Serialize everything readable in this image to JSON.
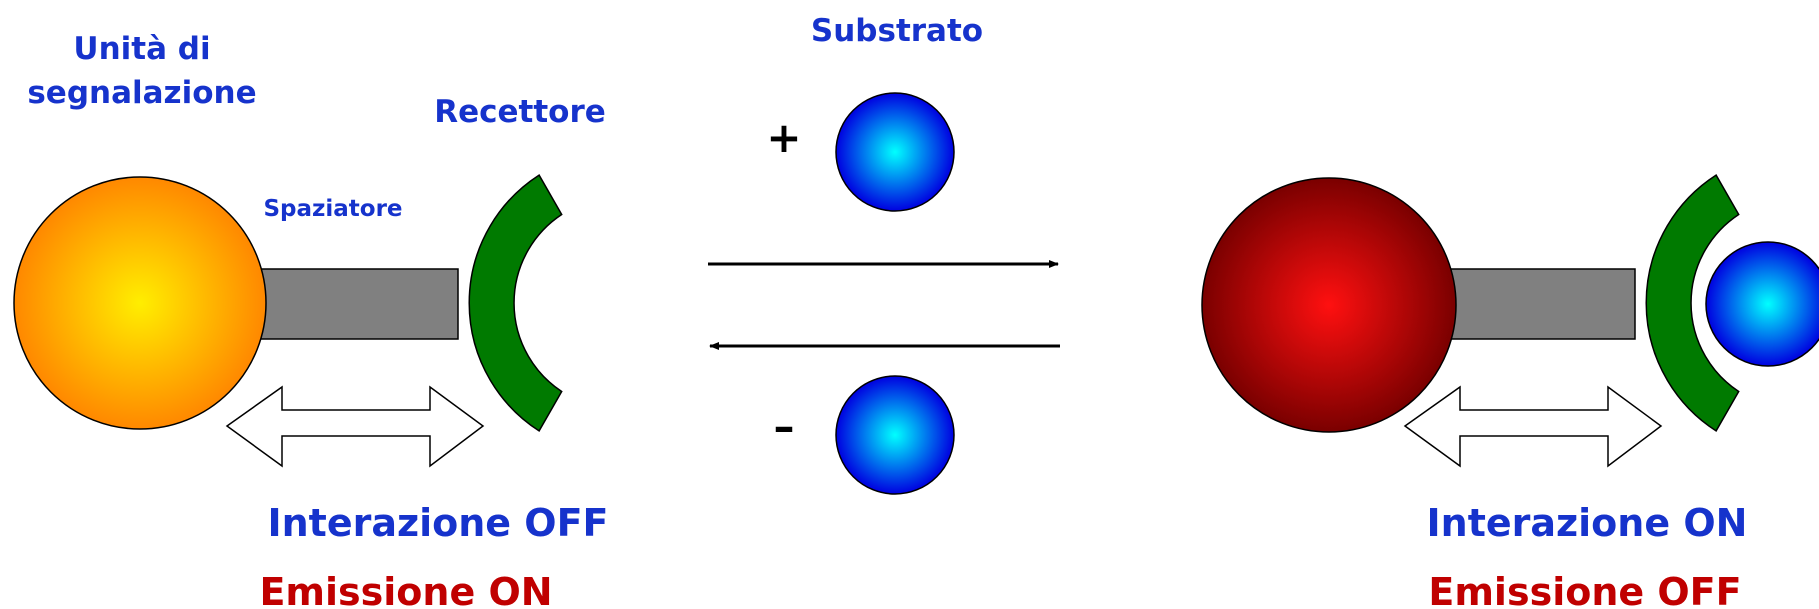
{
  "labels": {
    "signal_unit_line1": "Unità di",
    "signal_unit_line2": "segnalazione",
    "receptor": "Recettore",
    "spacer": "Spaziatore",
    "substrate": "Substrato",
    "plus": "+",
    "minus": "–",
    "interaction_off": "Interazione OFF",
    "emission_on": "Emissione ON",
    "interaction_on": "Interazione ON",
    "emission_off": "Emissione OFF"
  },
  "colors": {
    "label_blue": "#1633cc",
    "label_red": "#c00000",
    "signal_unit_on": "#ffee00",
    "signal_unit_on_edge": "#ff8800",
    "signal_unit_off": "#ff1010",
    "signal_unit_off_edge": "#7a0000",
    "receptor": "#007a00",
    "spacer": "#808080",
    "substrate_center": "#00ffff",
    "substrate_edge": "#0000e0"
  }
}
